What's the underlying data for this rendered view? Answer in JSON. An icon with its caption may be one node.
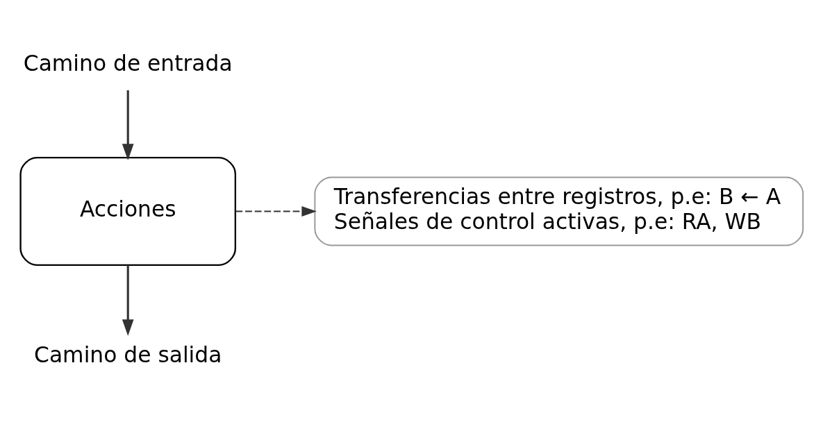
{
  "diagram": {
    "nodes": [
      {
        "text": [
          "Camino de entrada"
        ]
      },
      {
        "text": [
          "Acciones"
        ]
      },
      {
        "text": [
          "Camino de salida"
        ]
      },
      {
        "text": [
          "Transferencias entre registros, p.e: B ← A",
          "Señales de control activas, p.e: RA, WB"
        ]
      }
    ],
    "edges": [
      {
        "from": 0,
        "to": 1,
        "arrow": "to"
      },
      {
        "from": 1,
        "to": 2,
        "arrow": "to"
      },
      {
        "from": 1,
        "to": 3,
        "arrow": "to",
        "style": "dashed"
      }
    ]
  }
}
